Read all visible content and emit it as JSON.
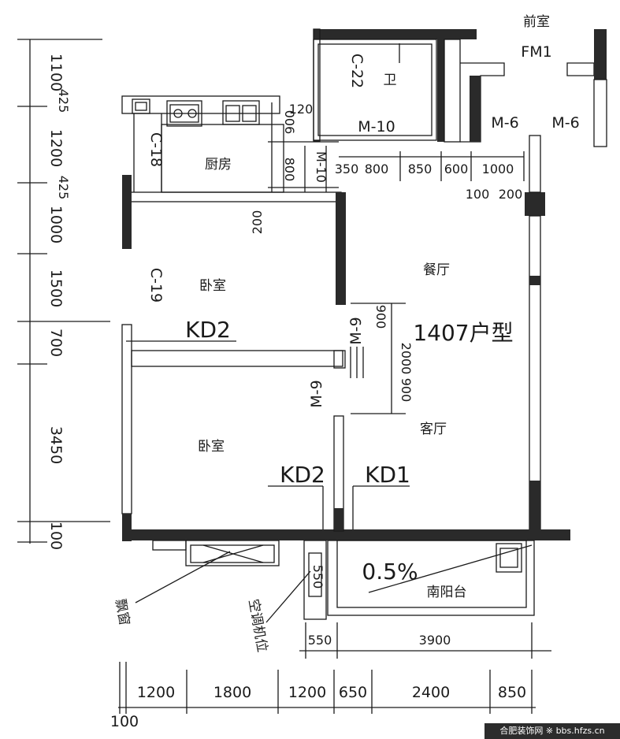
{
  "title": "1407户型",
  "rooms": {
    "front_room": "前室",
    "bath": "卫",
    "kitchen": "厨房",
    "bedroom_upper": "卧室",
    "bedroom_lower": "卧室",
    "dining": "餐厅",
    "living": "客厅",
    "balcony": "南阳台",
    "bay_window": "飘窗",
    "ac_slot": "空调机位"
  },
  "codes": {
    "fm1": "FM1",
    "c22": "C-22",
    "m10_bath": "M-10",
    "m10_kitchen": "M-10",
    "m6_a": "M-6",
    "m6_b": "M-6",
    "c18": "C-18",
    "c19": "C-19",
    "kd2_upper": "KD2",
    "kd2_lower": "KD2",
    "kd1": "KD1",
    "m9_upper": "M-9",
    "m9_lower": "M-9"
  },
  "slope": "0.5%",
  "left_dims": [
    "1100",
    "425",
    "1200",
    "425",
    "1000",
    "1500",
    "700",
    "3450",
    "100"
  ],
  "top_dims": [
    "350",
    "800",
    "850",
    "600",
    "1000",
    "100",
    "200"
  ],
  "interior_dims": {
    "d120": "120",
    "d006": "006",
    "d800": "800",
    "d200_kitchen": "200",
    "d900_top": "900",
    "d2000": "2000",
    "d900_bottom": "900",
    "d550_ac": "550"
  },
  "bottom_dims": [
    "550",
    "3900"
  ],
  "base_dims": [
    "1200",
    "1800",
    "1200",
    "650",
    "2400",
    "850"
  ],
  "base_extra": "100",
  "watermark": "合肥装饰网 ※ bbs.hfzs.cn"
}
